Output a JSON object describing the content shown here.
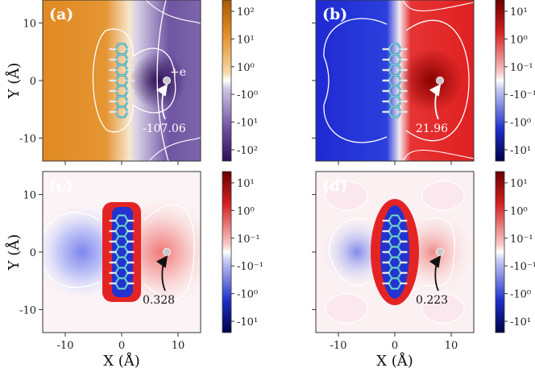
{
  "chart_data": [
    {
      "type": "heatmap",
      "panel_label": "(a)",
      "xlabel": "",
      "ylabel": "Y (Å)",
      "xlim": [
        -14,
        14
      ],
      "ylim": [
        -14,
        14
      ],
      "x_ticks": [
        "",
        "",
        ""
      ],
      "y_ticks": [
        "10",
        "0",
        "-10"
      ],
      "colormap": "orange-white-purple",
      "colors": {
        "positive": "#e08a1e",
        "neutral": "#ffffff",
        "negative": "#4b2a7c"
      },
      "colorbar_ticks": [
        "10²",
        "10¹",
        "10⁰",
        "-10⁰",
        "-10¹",
        "-10²"
      ],
      "charge_label": "+e",
      "charge_position": [
        8,
        0
      ],
      "annotation": {
        "text": "-107.06",
        "color": "#ffffff"
      }
    },
    {
      "type": "heatmap",
      "panel_label": "(b)",
      "xlabel": "",
      "ylabel": "",
      "xlim": [
        -14,
        14
      ],
      "ylim": [
        -14,
        14
      ],
      "x_ticks": [
        "",
        "",
        ""
      ],
      "y_ticks": [
        "",
        "",
        ""
      ],
      "colormap": "seismic",
      "colors": {
        "positive": "#d42020",
        "neutral": "#ffffff",
        "negative": "#1e30c8"
      },
      "colorbar_ticks": [
        "10¹",
        "10⁰",
        "10⁻¹",
        "-10⁻¹",
        "-10⁰",
        "-10¹"
      ],
      "charge_position": [
        8,
        0
      ],
      "annotation": {
        "text": "21.96",
        "color": "#ffffff"
      }
    },
    {
      "type": "heatmap",
      "panel_label": "(c)",
      "xlabel": "X (Å)",
      "ylabel": "Y (Å)",
      "xlim": [
        -14,
        14
      ],
      "ylim": [
        -14,
        14
      ],
      "x_ticks": [
        "-10",
        "0",
        "10"
      ],
      "y_ticks": [
        "10",
        "0",
        "-10"
      ],
      "colormap": "seismic",
      "colors": {
        "positive": "#d42020",
        "neutral": "#ffffff",
        "negative": "#1e30c8"
      },
      "colorbar_ticks": [
        "10¹",
        "10⁰",
        "10⁻¹",
        "-10⁻¹",
        "-10⁰",
        "-10¹"
      ],
      "charge_position": [
        8,
        0
      ],
      "annotation": {
        "text": "0.328",
        "color": "#111111"
      }
    },
    {
      "type": "heatmap",
      "panel_label": "(d)",
      "xlabel": "X (Å)",
      "ylabel": "",
      "xlim": [
        -14,
        14
      ],
      "ylim": [
        -14,
        14
      ],
      "x_ticks": [
        "-10",
        "0",
        "10"
      ],
      "y_ticks": [
        "",
        "",
        ""
      ],
      "colormap": "seismic",
      "colors": {
        "positive": "#d42020",
        "neutral": "#ffffff",
        "negative": "#1e30c8"
      },
      "colorbar_ticks": [
        "10¹",
        "10⁰",
        "10⁻¹",
        "-10⁻¹",
        "-10⁰",
        "-10¹"
      ],
      "charge_position": [
        8,
        0
      ],
      "annotation": {
        "text": "0.223",
        "color": "#111111"
      }
    }
  ]
}
